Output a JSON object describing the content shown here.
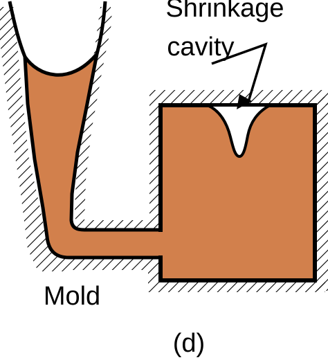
{
  "labels": {
    "shrinkage_line1": "Shrinkage",
    "shrinkage_line2": "cavity",
    "mold": "Mold",
    "panel": "(d)"
  },
  "colors": {
    "metal": "#D2804C",
    "outline": "#000000",
    "hatch": "#000000",
    "cavity": "#ffffff"
  }
}
